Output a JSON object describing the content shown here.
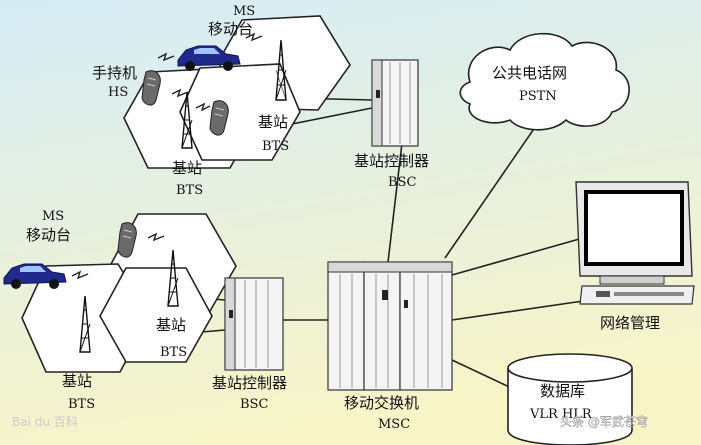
{
  "colors": {
    "background_top": "#d6ecf6",
    "background_bottom": "#f7f4c8",
    "car": "#1f2a8c",
    "lines": "#222222"
  },
  "top_cluster": {
    "ms_label": "MS",
    "ms_sub": "移动台",
    "handheld_label": "手持机",
    "handheld_sub": "HS",
    "bts_a_label": "基站",
    "bts_a_sub": "BTS",
    "bts_b_label": "基站",
    "bts_b_sub": "BTS"
  },
  "top_bsc": {
    "label": "基站控制器",
    "sub": "BSC"
  },
  "pstn": {
    "label": "公共电话网",
    "sub": "PSTN"
  },
  "bottom_cluster": {
    "ms_label": "MS",
    "ms_sub": "移动台",
    "bts_a_label": "基站",
    "bts_a_sub": "BTS",
    "bts_b_label": "基站",
    "bts_b_sub": "BTS"
  },
  "bottom_bsc": {
    "label": "基站控制器",
    "sub": "BSC"
  },
  "msc": {
    "label": "移动交换机",
    "sub": "MSC"
  },
  "network_mgmt": {
    "label": "网络管理"
  },
  "database": {
    "label": "数据库",
    "sub": "VLR HLR"
  },
  "watermarks": {
    "baidu": "Bai du 百科",
    "toutiao": "头条 @军武苍穹"
  }
}
